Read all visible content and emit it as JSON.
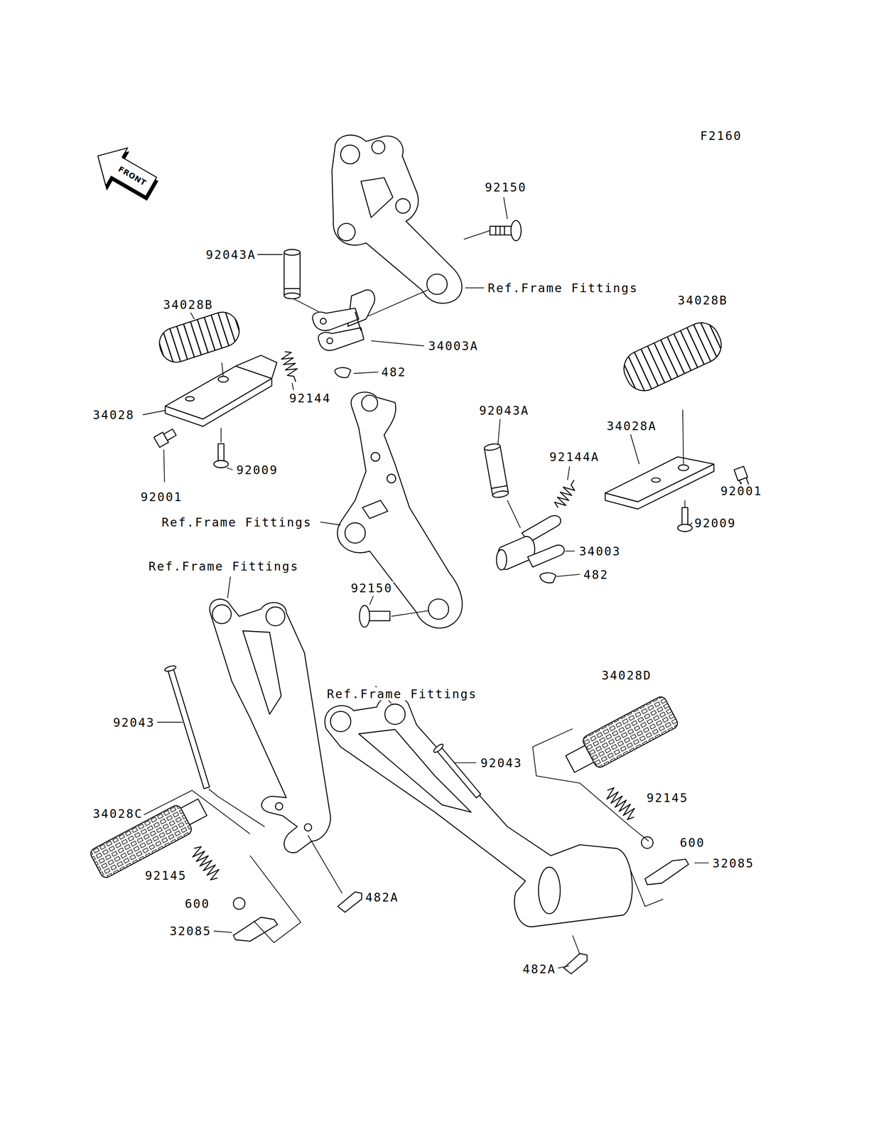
{
  "diagram": {
    "labels": [
      "F2160",
      "FRONT",
      "92150",
      "92043A",
      "Ref.Frame Fittings",
      "34028B",
      "34028B",
      "34003A",
      "482",
      "92144",
      "34028",
      "92043A",
      "34028A",
      "92144A",
      "92001",
      "92009",
      "92001",
      "92009",
      "Ref.Frame Fittings",
      "34003",
      "482",
      "Ref.Frame Fittings",
      "92150",
      "Ref.Frame Fittings",
      "34028D",
      "92043",
      "92043",
      "34028C",
      "92145",
      "600",
      "32085",
      "92145",
      "482A",
      "600",
      "32085",
      "482A"
    ]
  }
}
